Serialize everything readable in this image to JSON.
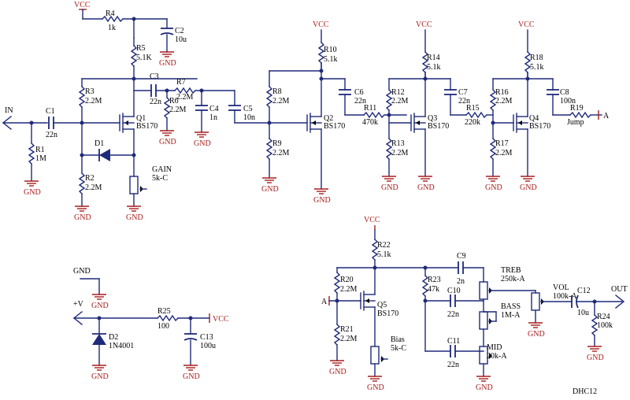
{
  "power_labels": {
    "vcc": "VCC",
    "gnd": "GND"
  },
  "ports": {
    "in": "IN",
    "out": "OUT",
    "a": "A",
    "plus_v": "+V",
    "gnd_input": "GND"
  },
  "components": {
    "R1": {
      "ref": "R1",
      "value": "1M"
    },
    "R2": {
      "ref": "R2",
      "value": "2.2M"
    },
    "R3": {
      "ref": "R3",
      "value": "2.2M"
    },
    "R4": {
      "ref": "R4",
      "value": "1k"
    },
    "R5": {
      "ref": "R5",
      "value": "5.1K"
    },
    "R6": {
      "ref": "R6",
      "value": "2.2M"
    },
    "R7": {
      "ref": "R7",
      "value": "2.2M"
    },
    "R8": {
      "ref": "R8",
      "value": "2.2M"
    },
    "R9": {
      "ref": "R9",
      "value": "2.2M"
    },
    "R10": {
      "ref": "R10",
      "value": "5.1k"
    },
    "R11": {
      "ref": "R11",
      "value": "470k"
    },
    "R12": {
      "ref": "R12",
      "value": "2.2M"
    },
    "R13": {
      "ref": "R13",
      "value": "2.2M"
    },
    "R14": {
      "ref": "R14",
      "value": "5.1k"
    },
    "R15": {
      "ref": "R15",
      "value": "220k"
    },
    "R16": {
      "ref": "R16",
      "value": "2.2M"
    },
    "R17": {
      "ref": "R17",
      "value": "2.2M"
    },
    "R18": {
      "ref": "R18",
      "value": "5.1k"
    },
    "R19": {
      "ref": "R19",
      "value": "Jump"
    },
    "R20": {
      "ref": "R20",
      "value": "2.2M"
    },
    "R21": {
      "ref": "R21",
      "value": "2.2M"
    },
    "R22": {
      "ref": "R22",
      "value": "5.1k"
    },
    "R23": {
      "ref": "R23",
      "value": "47k"
    },
    "R24": {
      "ref": "R24",
      "value": "100k"
    },
    "R25": {
      "ref": "R25",
      "value": "100"
    },
    "C1": {
      "ref": "C1",
      "value": "22n"
    },
    "C2": {
      "ref": "C2",
      "value": "10u"
    },
    "C3": {
      "ref": "C3",
      "value": "22n"
    },
    "C4": {
      "ref": "C4",
      "value": "1n"
    },
    "C5": {
      "ref": "C5",
      "value": "10n"
    },
    "C6": {
      "ref": "C6",
      "value": "22n"
    },
    "C7": {
      "ref": "C7",
      "value": "22n"
    },
    "C8": {
      "ref": "C8",
      "value": "100n"
    },
    "C9": {
      "ref": "C9",
      "value": "2n"
    },
    "C10": {
      "ref": "C10",
      "value": "22n"
    },
    "C11": {
      "ref": "C11",
      "value": "22n"
    },
    "C12": {
      "ref": "C12",
      "value": "10u"
    },
    "C13": {
      "ref": "C13",
      "value": "100u"
    },
    "Q1": {
      "ref": "Q1",
      "value": "BS170"
    },
    "Q2": {
      "ref": "Q2",
      "value": "BS170"
    },
    "Q3": {
      "ref": "Q3",
      "value": "BS170"
    },
    "Q4": {
      "ref": "Q4",
      "value": "BS170"
    },
    "Q5": {
      "ref": "Q5",
      "value": "BS170"
    },
    "D1": {
      "ref": "D1",
      "value": ""
    },
    "D2": {
      "ref": "D2",
      "value": "1N4001"
    },
    "GAIN": {
      "ref": "GAIN",
      "value": "5k-C"
    },
    "TREB": {
      "ref": "TREB",
      "value": "250k-A"
    },
    "BASS": {
      "ref": "BASS",
      "value": "1M-A"
    },
    "MID": {
      "ref": "MID",
      "value": "20k-A"
    },
    "VOL": {
      "ref": "VOL",
      "value": "100k-A"
    },
    "Bias": {
      "ref": "Bias",
      "value": "5k-C"
    }
  },
  "footer": {
    "name": "DHC12"
  }
}
